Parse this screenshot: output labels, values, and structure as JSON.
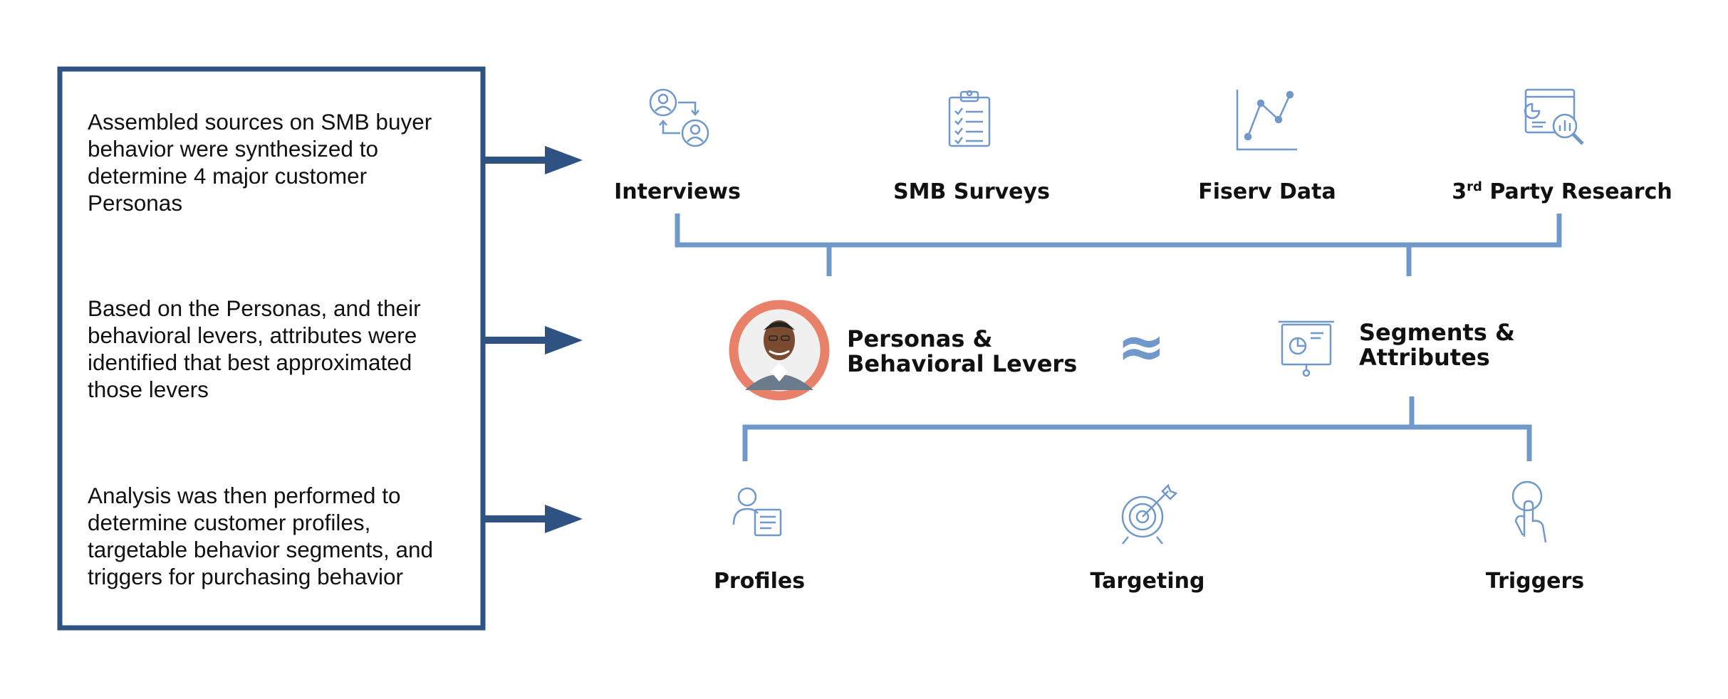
{
  "descriptions": [
    "Assembled sources on SMB buyer behavior were synthesized to determine 4 major customer Personas",
    "Based on the Personas, and their behavioral levers, attributes were identified that best approximated those levers",
    "Analysis was then performed to determine customer profiles, targetable behavior segments, and triggers for purchasing behavior"
  ],
  "sources": {
    "interviews": "Interviews",
    "smb_surveys": "SMB Surveys",
    "fiserv_data": "Fiserv Data",
    "third_party": {
      "prefix": "3",
      "sup": "rd",
      "rest": " Party Research"
    }
  },
  "middle": {
    "personas": [
      "Personas &",
      "Behavioral Levers"
    ],
    "approx": "≈",
    "segments": [
      "Segments &",
      "Attributes"
    ]
  },
  "outputs": {
    "profiles": "Profiles",
    "targeting": "Targeting",
    "triggers": "Triggers"
  },
  "colors": {
    "box_border": "#2e5282",
    "arrow": "#2e5282",
    "connector": "#7098cb",
    "icon": "#7098cb",
    "avatar_ring": "#e8806a"
  },
  "icons": [
    "interviews-icon",
    "clipboard-icon",
    "line-chart-icon",
    "research-report-icon",
    "person-avatar",
    "presentation-board-icon",
    "profile-card-icon",
    "target-icon",
    "touch-icon"
  ]
}
